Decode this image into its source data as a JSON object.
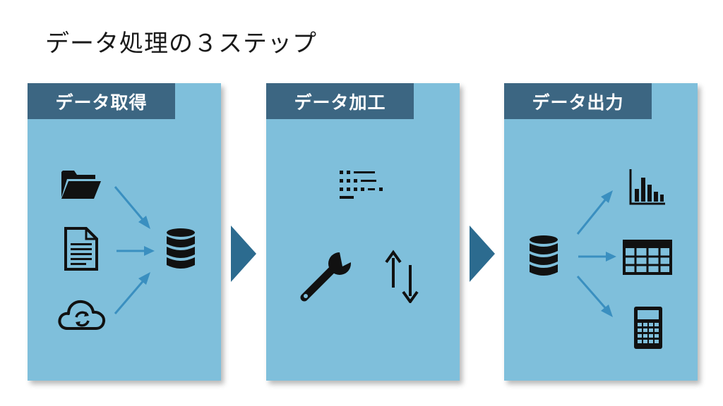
{
  "slide": {
    "title": "データ処理の３ステップ"
  },
  "steps": [
    {
      "label": "データ取得",
      "icons": [
        "folder-icon",
        "document-icon",
        "cloud-sync-icon",
        "database-icon"
      ]
    },
    {
      "label": "データ加工",
      "icons": [
        "filter-list-icon",
        "wrench-icon",
        "sort-arrows-icon"
      ]
    },
    {
      "label": "データ出力",
      "icons": [
        "database-icon",
        "bar-chart-icon",
        "table-grid-icon",
        "calculator-icon"
      ]
    }
  ],
  "colors": {
    "panel": "#7fbfdb",
    "header": "#3c6682",
    "arrow": "#3a8fc0",
    "chevron": "#2c6b8f",
    "icon": "#111111"
  }
}
